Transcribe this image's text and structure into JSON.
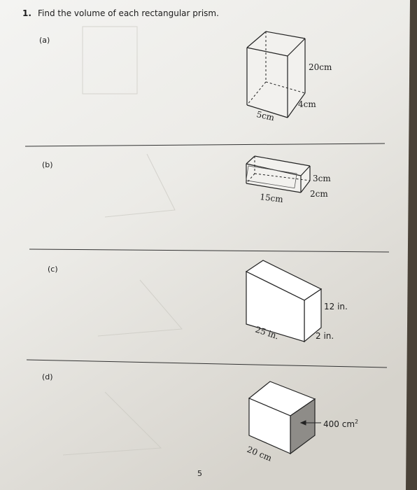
{
  "question": {
    "number": "1.",
    "text": "Find the volume of each rectangular prism."
  },
  "parts": [
    {
      "label": "(a)",
      "dimensions": {
        "height": "20cm",
        "depth": "4cm",
        "width": "5cm"
      }
    },
    {
      "label": "(b)",
      "dimensions": {
        "height": "3cm",
        "depth": "2cm",
        "width": "15cm"
      }
    },
    {
      "label": "(c)",
      "dimensions": {
        "height": "12 in.",
        "depth": "2 in.",
        "width": "25 in."
      }
    },
    {
      "label": "(d)",
      "dimensions": {
        "face_area": "400 cm",
        "face_area_exponent": "2",
        "edge": "20 cm"
      }
    }
  ],
  "page_number": "5"
}
